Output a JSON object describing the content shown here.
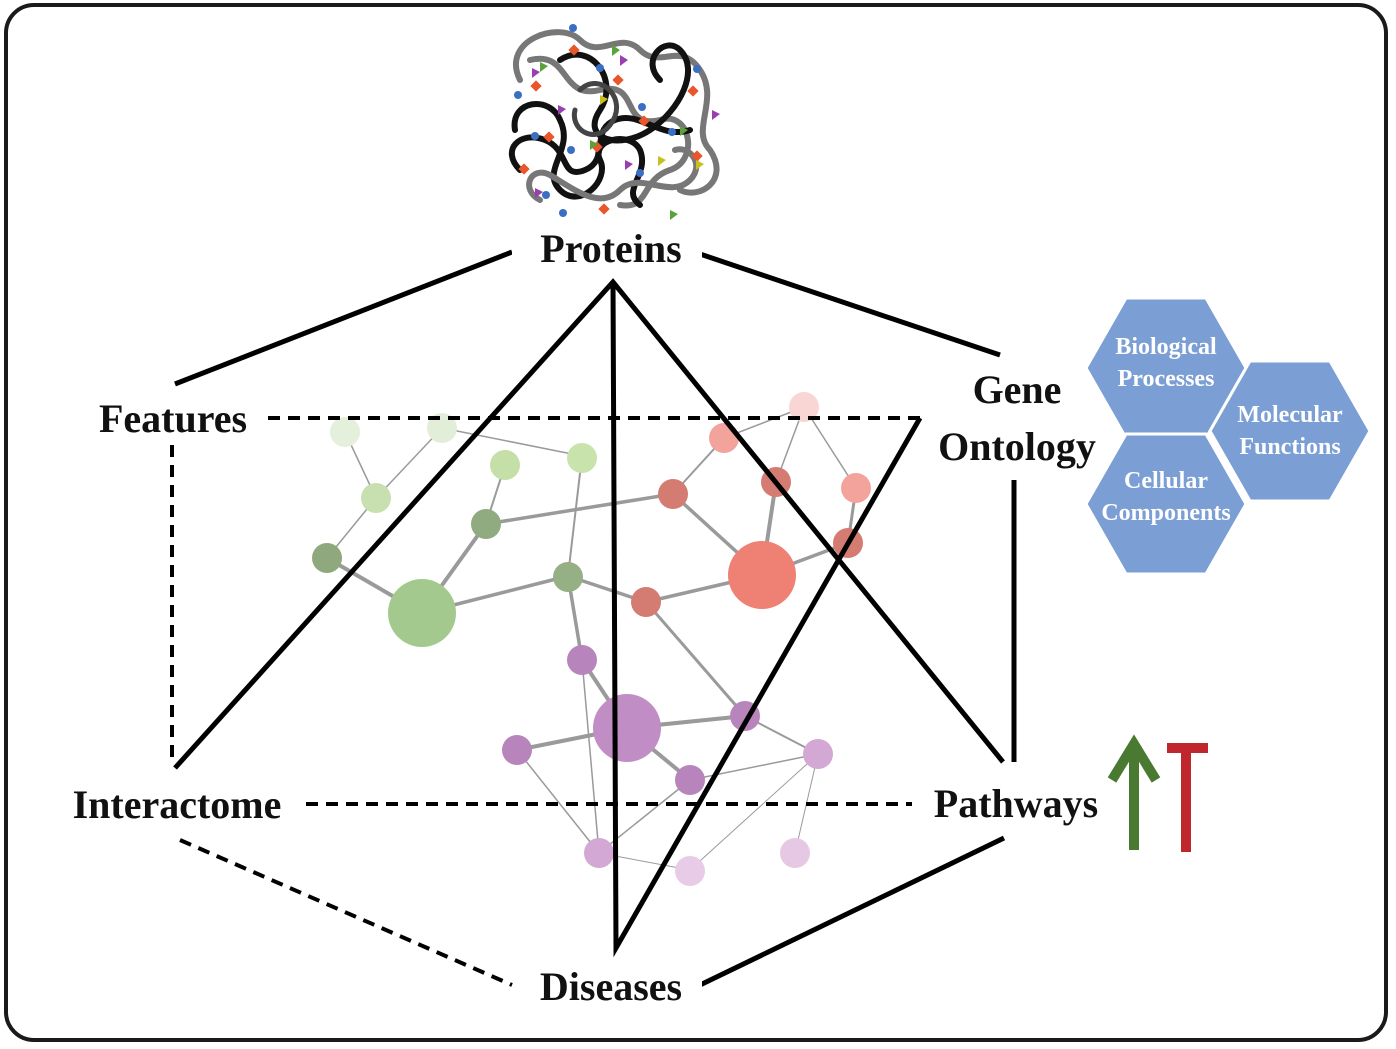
{
  "diagram": {
    "nodes": {
      "proteins": "Proteins",
      "features": "Features",
      "gene_ontology_line1": "Gene",
      "gene_ontology_line2": "Ontology",
      "interactome": "Interactome",
      "pathways": "Pathways",
      "diseases": "Diseases"
    },
    "go_categories": [
      {
        "line1": "Biological",
        "line2": "Processes"
      },
      {
        "line1": "Molecular",
        "line2": "Functions"
      },
      {
        "line1": "Cellular",
        "line2": "Components"
      }
    ],
    "pathway_symbols": [
      "activation-arrow",
      "inhibition-bar"
    ],
    "colors": {
      "hexagon": "#7b9fd4",
      "activation": "#4a7a32",
      "inhibition": "#c0272d",
      "green_cluster": "#a3c98f",
      "red_cluster": "#ee8074",
      "purple_cluster": "#c08ec4",
      "edge": "#9a9a9a",
      "line": "#000000"
    },
    "network": {
      "clusters": [
        "green",
        "red",
        "purple"
      ]
    }
  }
}
